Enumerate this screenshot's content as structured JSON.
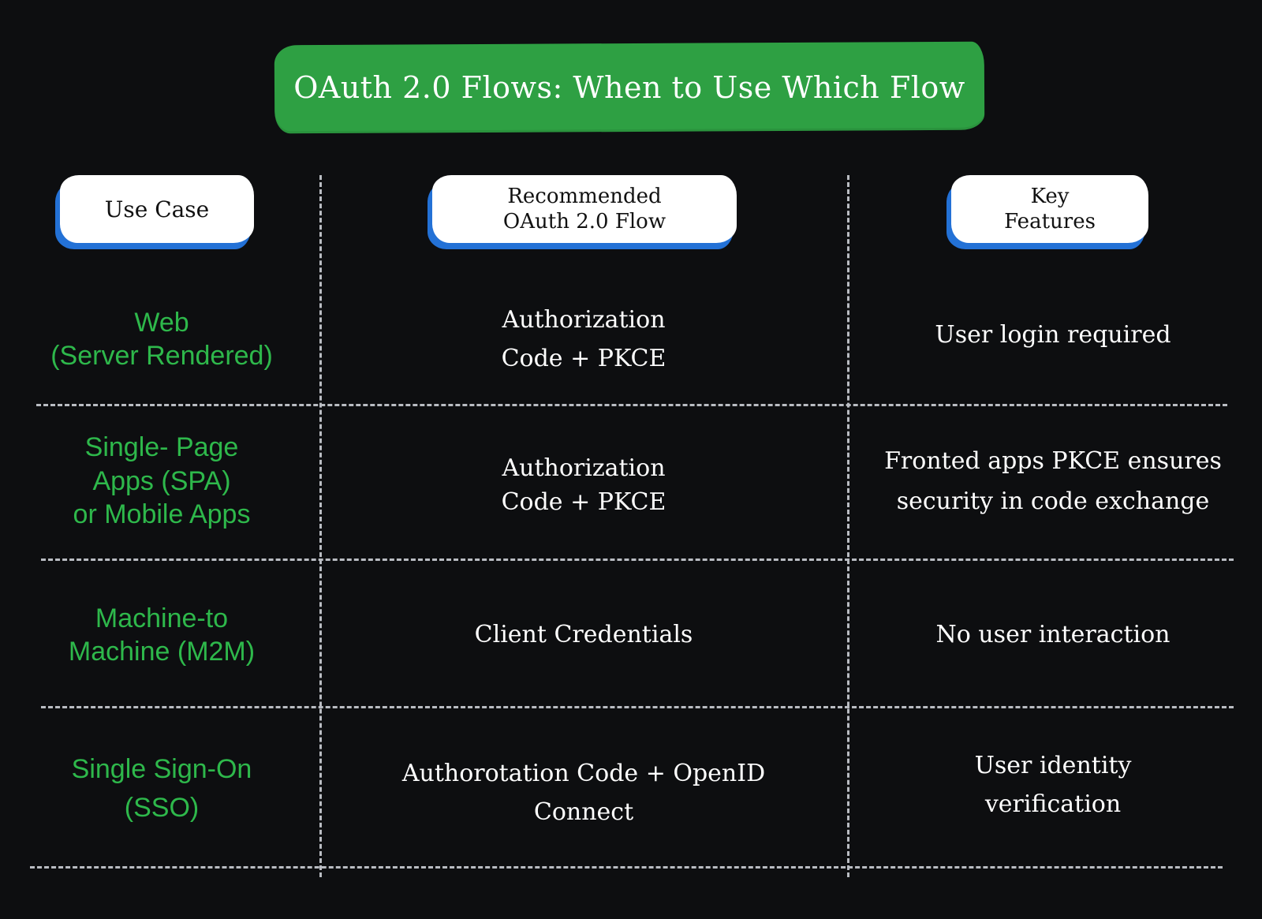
{
  "title": "OAuth 2.0 Flows: When to Use Which Flow",
  "headers": {
    "use_case": [
      "Use Case"
    ],
    "flow": [
      "Recommended",
      "OAuth 2.0 Flow"
    ],
    "features": [
      "Key",
      "Features"
    ]
  },
  "rows": [
    {
      "use_case": [
        "Web",
        "(Server Rendered)"
      ],
      "flow": [
        "Authorization",
        "Code + PKCE"
      ],
      "features": [
        "User login required"
      ]
    },
    {
      "use_case": [
        "Single- Page",
        "Apps (SPA)",
        "or Mobile Apps"
      ],
      "flow": [
        "Authorization",
        "Code + PKCE"
      ],
      "features": [
        "Fronted apps PKCE ensures",
        "security in code exchange"
      ]
    },
    {
      "use_case": [
        "Machine-to",
        "Machine (M2M)"
      ],
      "flow": [
        "Client Credentials"
      ],
      "features": [
        "No user interaction"
      ]
    },
    {
      "use_case": [
        "Single Sign-On",
        "(SSO)"
      ],
      "flow": [
        "Authorotation Code + OpenID",
        "Connect"
      ],
      "features": [
        "User identity",
        "verification"
      ]
    }
  ],
  "colors": {
    "background": "#0d0e10",
    "title_banner": "#2ea043",
    "use_case_text": "#2eb84b",
    "header_pill": "#ffffff",
    "header_pill_shadow": "#2371d6",
    "grid_lines": "#b9bcc2"
  }
}
